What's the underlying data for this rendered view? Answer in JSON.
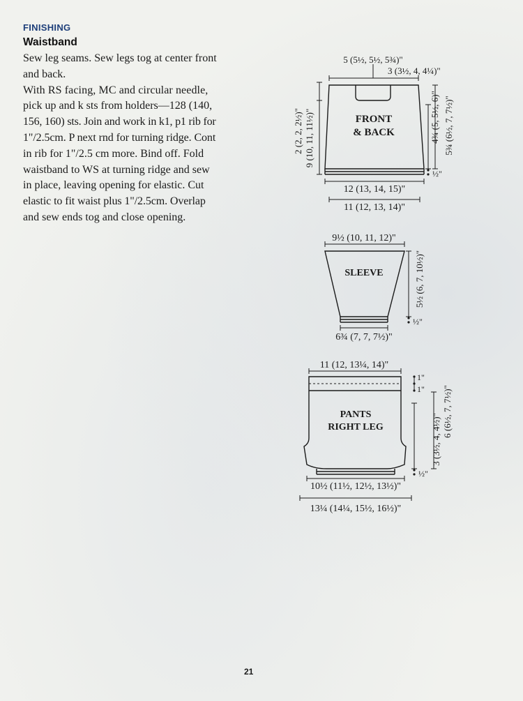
{
  "section_heading": "FINISHING",
  "subheading": "Waistband",
  "instructions": [
    "Sew leg seams. Sew legs tog at center front",
    "and back.",
    "With RS facing, MC and circular needle,",
    "pick up and k sts from holders—128 (140,",
    "156, 160) sts. Join and work in k1, p1 rib for",
    "1\"/2.5cm. P next rnd for turning ridge. Cont",
    "in rib for 1\"/2.5 cm more. Bind off. Fold",
    "waistband to WS at turning ridge and sew",
    "in place, leaving opening for elastic. Cut",
    "elastic to fit waist plus 1\"/2.5cm. Overlap",
    "and sew ends tog and close opening."
  ],
  "page_number": "21",
  "schematics": {
    "front_back": {
      "label_line1": "FRONT",
      "label_line2": "& BACK",
      "top_width": "5 (5½, 5½, 5¾)\"",
      "neck_width": "3 (3½, 4, 4¼)\"",
      "neck_depth": "2 (2, 2, 2½)\"",
      "total_length": "9 (10, 11, 11½)\"",
      "armhole_depth": "4¾ (5, 5½, 6)\"",
      "side_length": "5¾ (6½, 7, 7½)\"",
      "rib": "½\"",
      "chest_width": "12 (13, 14, 15)\"",
      "lower_width": "11 (12, 13, 14)\""
    },
    "sleeve": {
      "label": "SLEEVE",
      "top_width": "9½ (10, 11, 12)\"",
      "length": "5½ (6, 7, 10½)\"",
      "rib": "½\"",
      "cuff_width": "6¾ (7, 7, 7½)\""
    },
    "pants": {
      "label_line1": "PANTS",
      "label_line2": "RIGHT LEG",
      "top_width": "11 (12, 13¼, 14)\"",
      "waist_1": "1\"",
      "waist_2": "1\"",
      "total_length": "6 (6½, 7, 7½)\"",
      "inseam": "3 (3½, 4, 4½)\"",
      "rib": "½\"",
      "cuff_width": "10½ (11½, 12½, 13½)\"",
      "hip_width": "13¼ (14¼, 15½, 16½)\""
    }
  }
}
